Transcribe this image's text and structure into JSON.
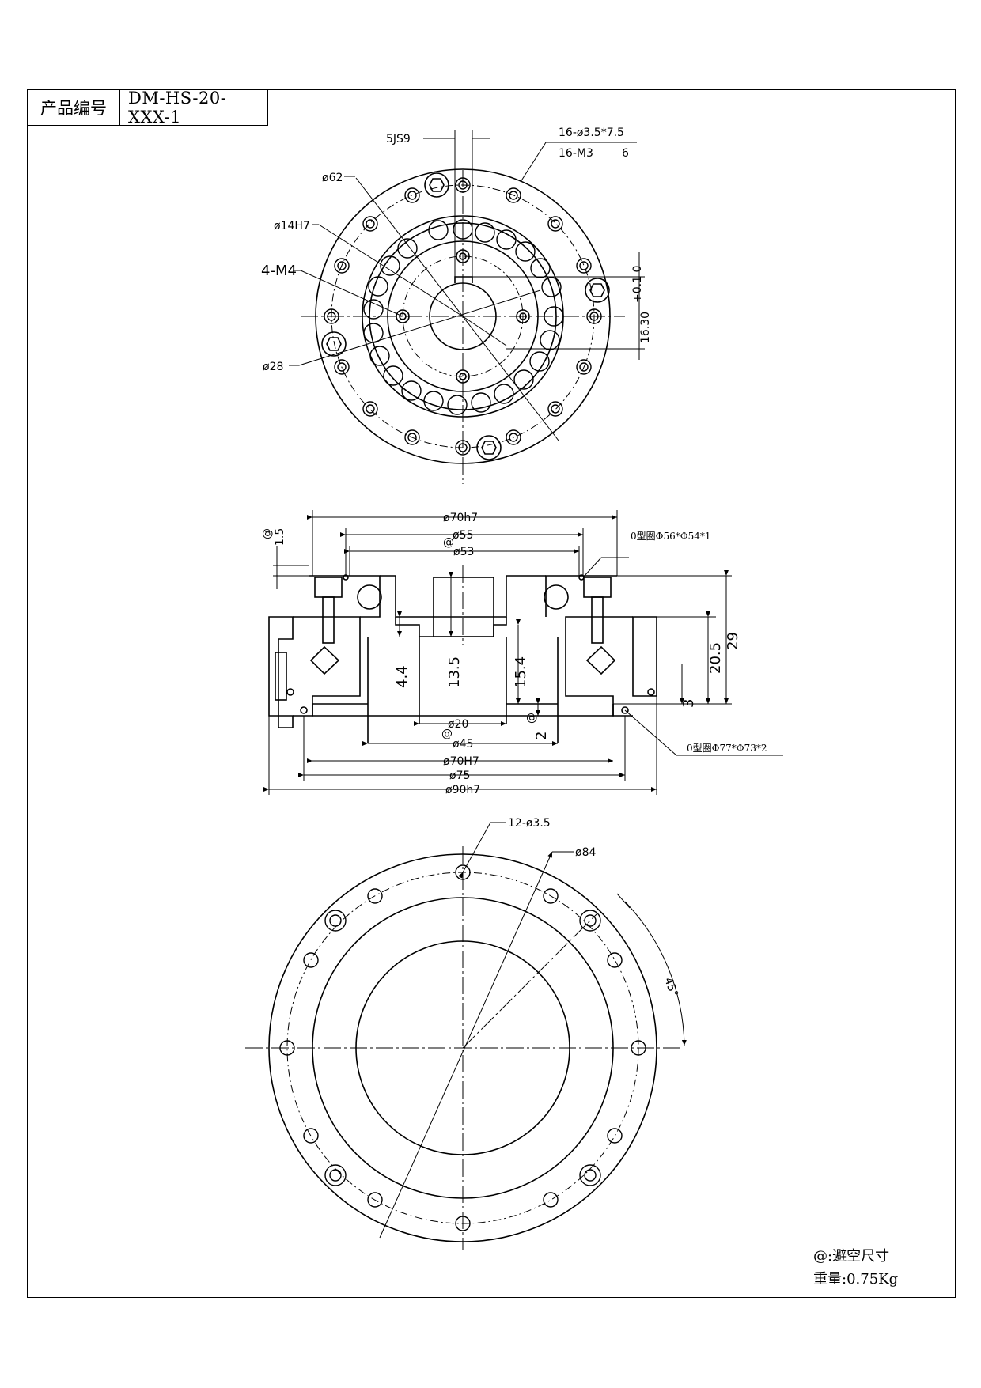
{
  "title_block": {
    "label": "产品编号",
    "value": "DM-HS-20-XXX-1"
  },
  "top_view": {
    "keyway": "5JS9",
    "holes_line1": "16-ø3.5*7.5",
    "holes_line2": "16-M3",
    "holes_line2_suffix": "6",
    "d62": "ø62",
    "d14": "ø14H7",
    "m4": "4-M4",
    "d28": "ø28",
    "key_height": "16.30",
    "key_tol": "+0.1 0"
  },
  "section_view": {
    "d70h7": "ø70h7",
    "d55": "ø55",
    "d53": "ø53",
    "at": "@",
    "d1_5": "1.5",
    "oring_top": "0型圈Φ56*Φ54*1",
    "oring_bottom": "0型圈Φ77*Φ73*2",
    "h29": "29",
    "h20_5": "20.5",
    "h3": "3",
    "h4_4": "4.4",
    "h13_5": "13.5",
    "h15_4": "15.4",
    "h2": "2",
    "d20": "ø20",
    "d45": "ø45",
    "d70H7": "ø70H7",
    "d75": "ø75",
    "d90h7": "ø90h7"
  },
  "bottom_view": {
    "holes": "12-ø3.5",
    "d84": "ø84",
    "angle": "45°"
  },
  "notes": {
    "legend": "@:避空尺寸",
    "weight": "重量:0.75Kg"
  }
}
